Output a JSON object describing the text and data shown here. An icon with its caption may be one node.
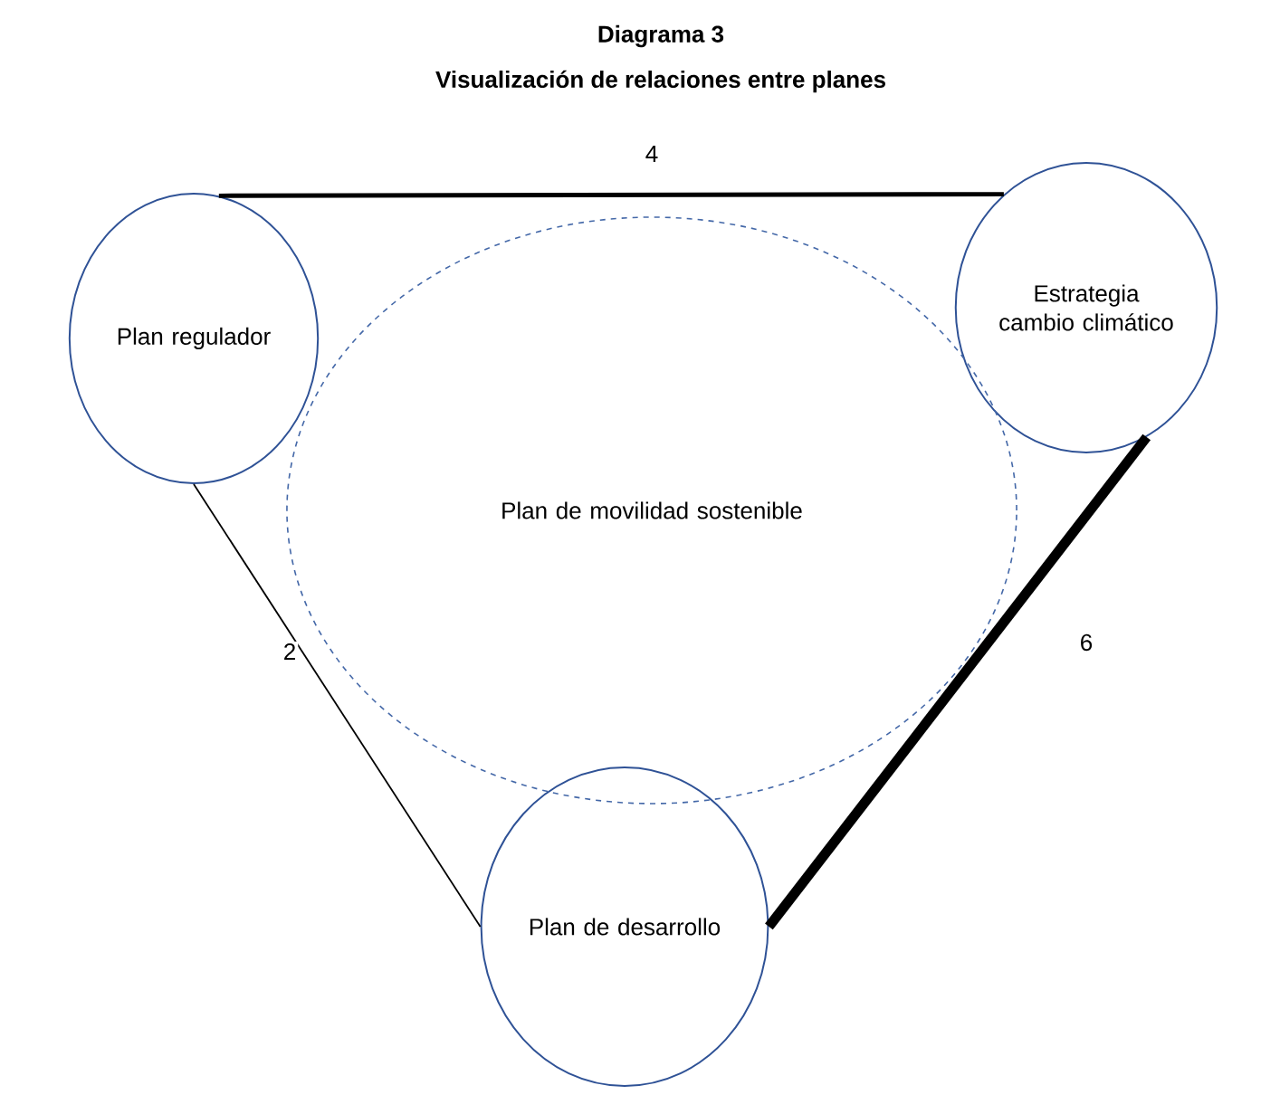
{
  "diagram": {
    "title": "Diagrama 3",
    "nodes": [
      {
        "text": [
          "Plan regulador"
        ]
      },
      {
        "text": [
          "Estrategia cambio climático"
        ]
      },
      {
        "text": [
          "Plan de movilidad sostenible"
        ]
      },
      {
        "text": [
          "Plan de desarrollo"
        ]
      }
    ],
    "edges": [
      {
        "from": 0,
        "to": 1,
        "arrow": "none",
        "label": "4"
      },
      {
        "from": 0,
        "to": 3,
        "arrow": "none",
        "label": "2"
      },
      {
        "from": 1,
        "to": 3,
        "arrow": "none",
        "label": "6",
        "style": "thick"
      }
    ],
    "labels": [
      "Visualización de relaciones entre planes"
    ]
  }
}
